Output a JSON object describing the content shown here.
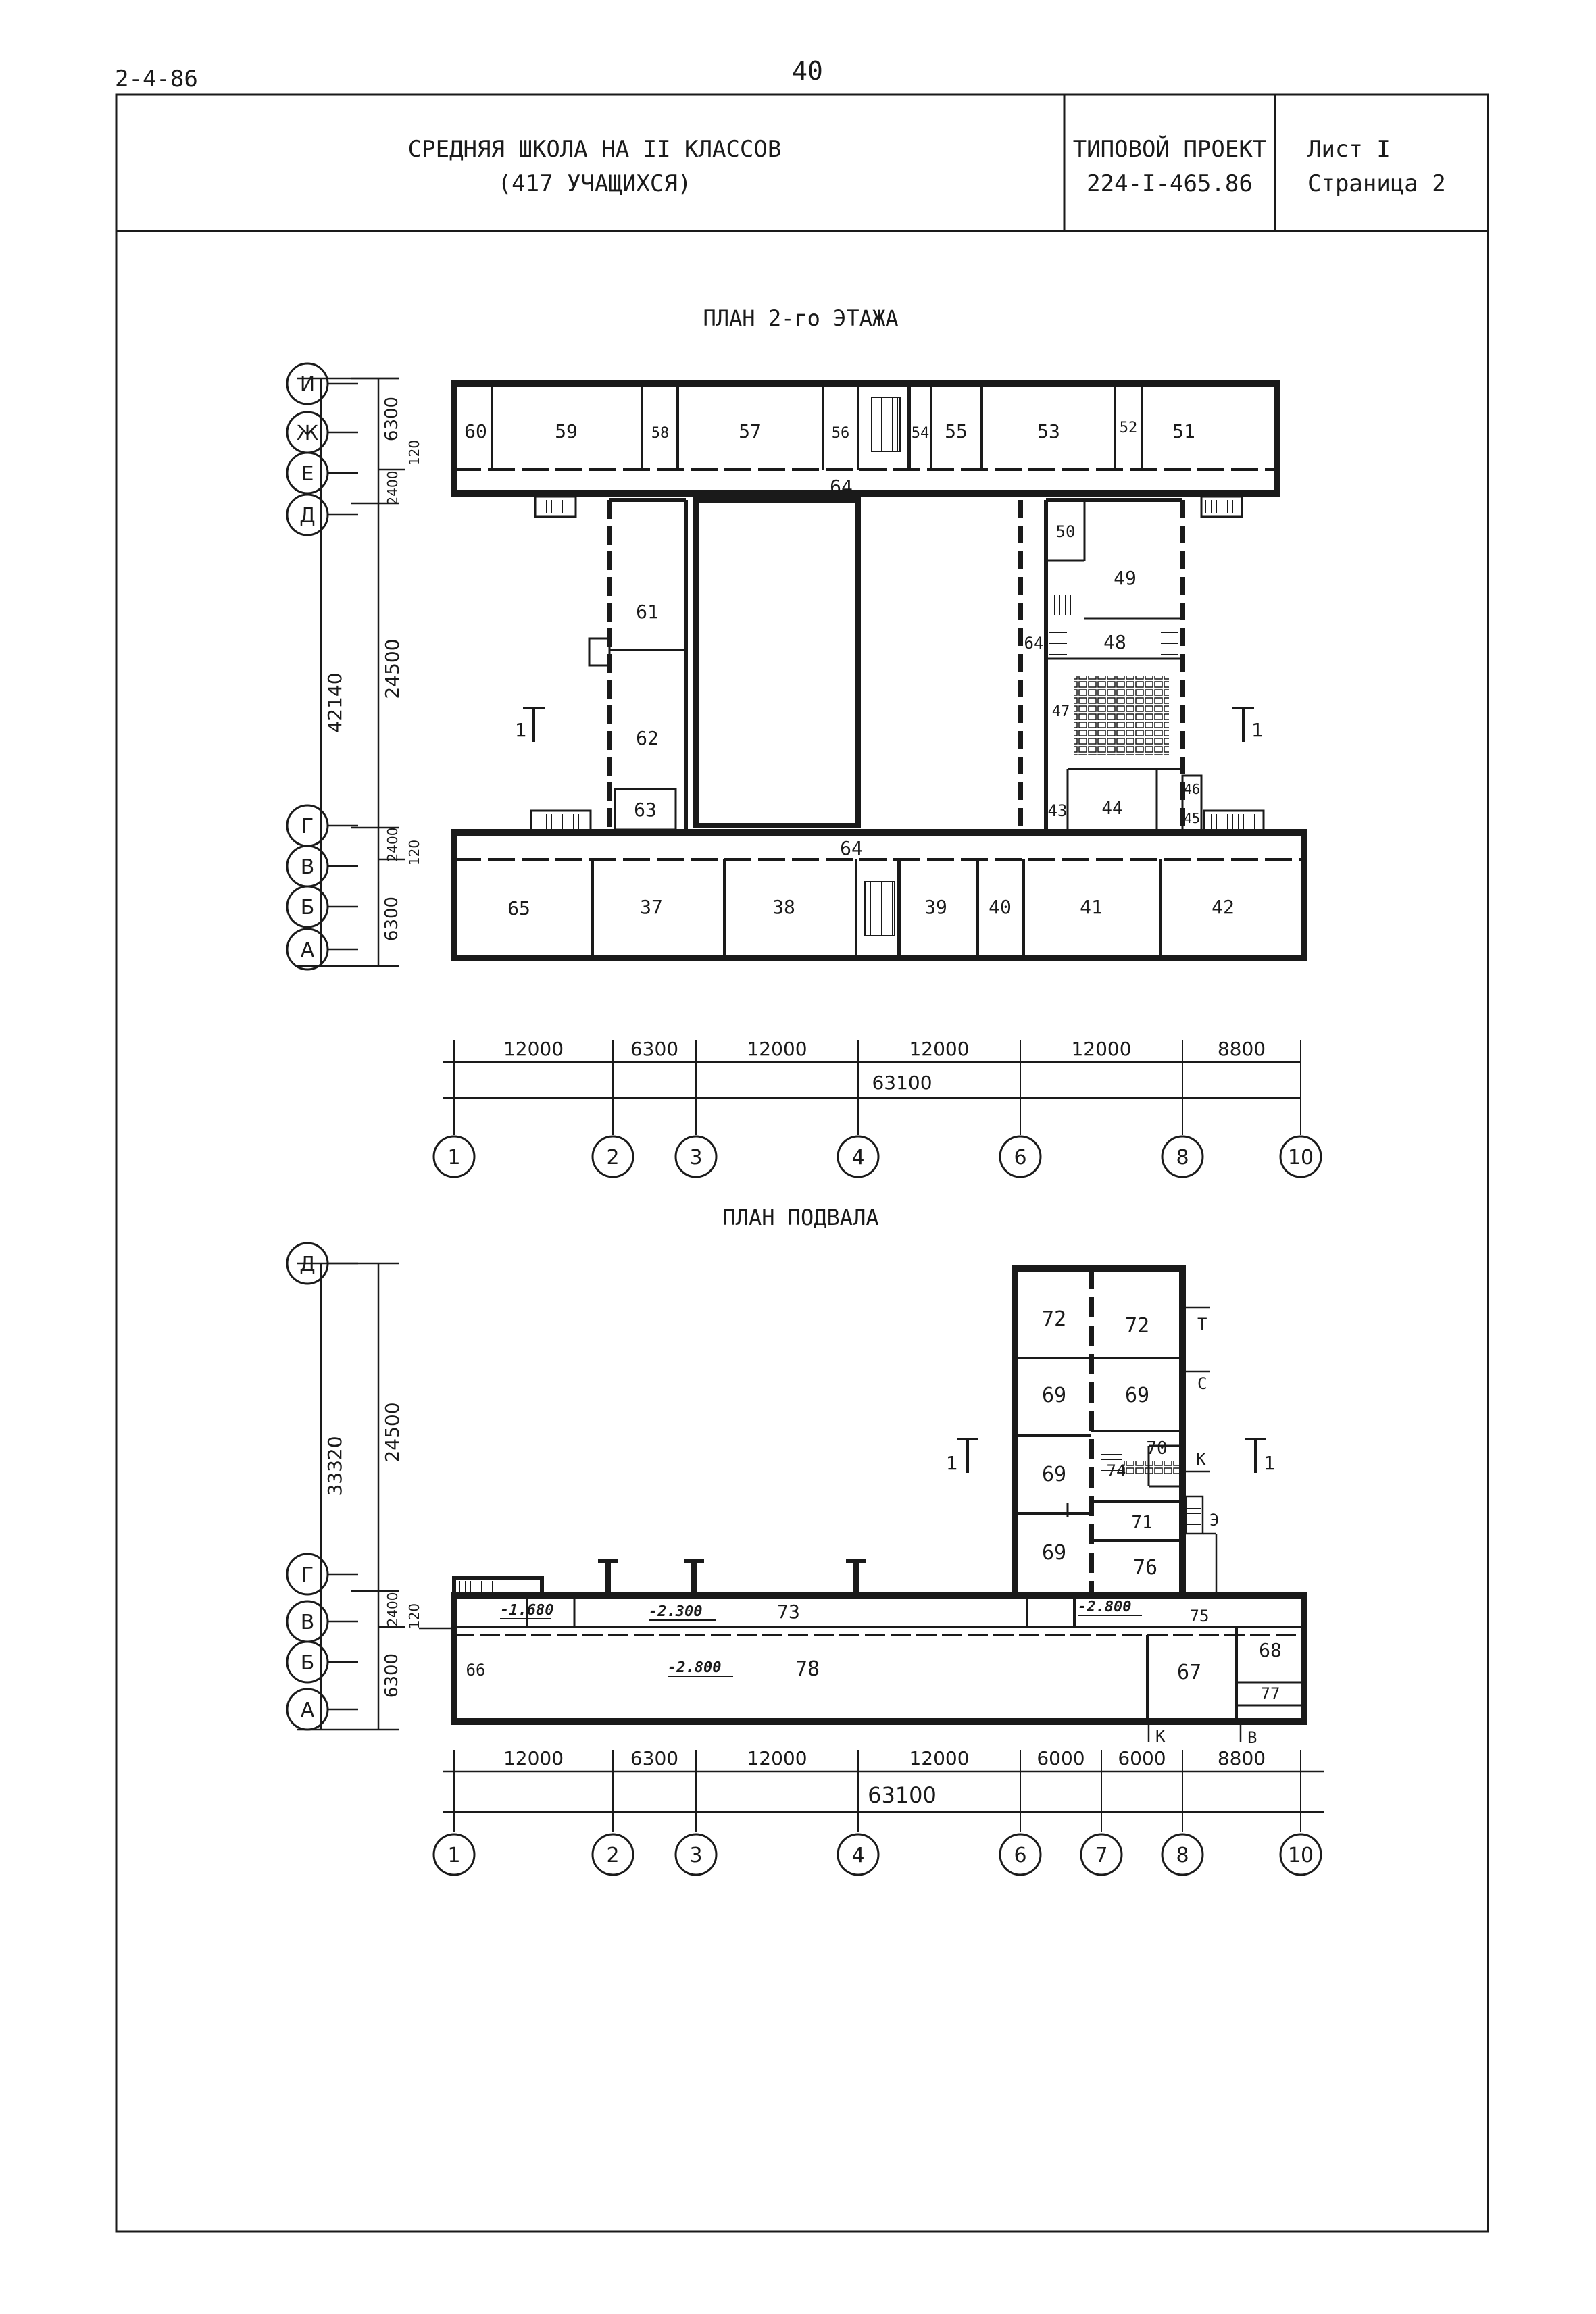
{
  "header": {
    "series": "2-4-86",
    "page_number": "40",
    "title_line1": "СРЕДНЯЯ ШКОЛА НА II КЛАССОВ",
    "title_line2": "(417 УЧАЩИХСЯ)",
    "project_line1": "ТИПОВОЙ ПРОЕКТ",
    "project_line2": "224-I-465.86",
    "sheet_line1": "Лист I",
    "sheet_line2": "Страница 2"
  },
  "plan2": {
    "title": "ПЛАН 2-го ЭТАЖА",
    "axes_rows": [
      "И",
      "Ж",
      "Е",
      "Д",
      "Г",
      "В",
      "Б",
      "А"
    ],
    "left_dims": {
      "total": "42140",
      "middle": "24500",
      "top": "6300",
      "top_small": "120",
      "top_mid": "2400",
      "bottom_mid": "2400",
      "bottom_small": "120",
      "bottom": "6300"
    },
    "bottom_dims": [
      "12000",
      "6300",
      "12000",
      "12000",
      "12000",
      "8800"
    ],
    "total_dim": "63100",
    "axes_cols": [
      "1",
      "2",
      "3",
      "4",
      "6",
      "8",
      "10"
    ],
    "section_marks": [
      "1",
      "1"
    ],
    "rooms": {
      "r60": "60",
      "r59": "59",
      "r58": "58",
      "r57": "57",
      "r56": "56",
      "r54": "54",
      "r55": "55",
      "r53": "53",
      "r52": "52",
      "r51": "51",
      "r64a": "64",
      "r50": "50",
      "r49": "49",
      "r61": "61",
      "r64b": "64",
      "r48": "48",
      "r62": "62",
      "r47": "47",
      "r63": "63",
      "r46": "46",
      "r45": "45",
      "r43": "43",
      "r44": "44",
      "r64c": "64",
      "r65": "65",
      "r37": "37",
      "r38": "38",
      "r39": "39",
      "r40": "40",
      "r41": "41",
      "r42": "42"
    }
  },
  "basement": {
    "title": "ПЛАН ПОДВАЛА",
    "axes_rows": [
      "Д",
      "Г",
      "В",
      "Б",
      "А"
    ],
    "left_dims": {
      "total": "33320",
      "middle": "24500",
      "mid": "2400",
      "small": "120",
      "bottom": "6300"
    },
    "bottom_dims": [
      "12000",
      "6300",
      "12000",
      "12000",
      "6000",
      "6000",
      "8800"
    ],
    "total_dim": "63100",
    "axes_cols": [
      "1",
      "2",
      "3",
      "4",
      "6",
      "7",
      "8",
      "10"
    ],
    "section_marks": [
      "1",
      "1"
    ],
    "levels": [
      "-1.680",
      "-2.300",
      "-2.800",
      "-2.800"
    ],
    "rooms": {
      "r72a": "72",
      "r72b": "72",
      "r69a": "69",
      "r69b": "69",
      "r69c": "69",
      "r69d": "69",
      "r70": "70",
      "r74": "74",
      "r71": "71",
      "r76": "76",
      "r73": "73",
      "r75": "75",
      "r66": "66",
      "r78": "78",
      "r67": "67",
      "r68": "68",
      "r77": "77"
    },
    "inlets": {
      "t": "Т",
      "c": "С",
      "k1": "К",
      "e": "Э",
      "k2": "К",
      "v": "В"
    }
  }
}
